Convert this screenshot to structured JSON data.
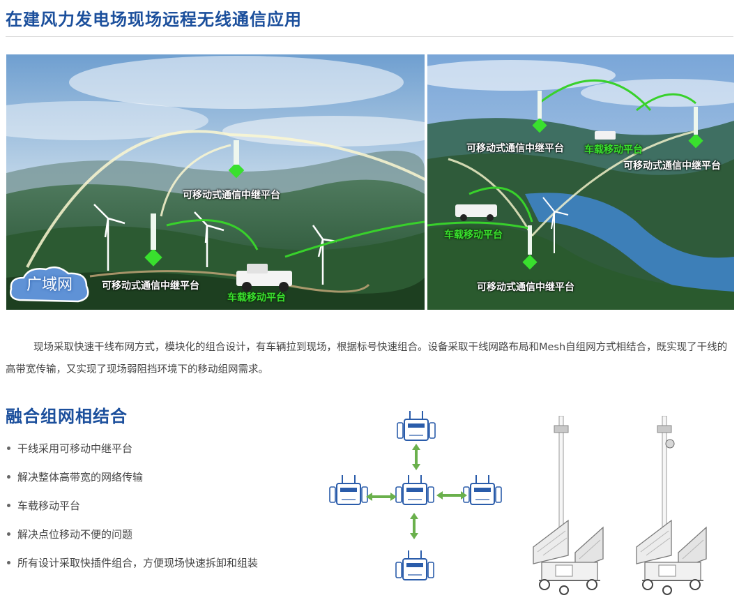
{
  "page": {
    "title": "在建风力发电场现场远程无线通信应用",
    "description": "现场采取快速干线布网方式，模块化的组合设计，有车辆拉到现场，根据标号快速组合。设备采取干线网路布局和Mesh自组网方式相结合，既实现了干线的高带宽传输，又实现了现场弱阻挡环境下的移动组网需求。",
    "section_title": "融合组网相结合"
  },
  "photo_left": {
    "labels": [
      "可移动式通信中继平台",
      "可移动式通信中继平台",
      "车载移动平台"
    ],
    "wan_label": "广域网"
  },
  "photo_right": {
    "labels": [
      "可移动式通信中继平台",
      "车载移动平台",
      "可移动式通信中继平台",
      "车载移动平台",
      "可移动式通信中继平台"
    ]
  },
  "features": [
    "干线采用可移动中继平台",
    "解决整体高带宽的网络传输",
    "车载移动平台",
    "解决点位移动不便的问题",
    "所有设计采取快插件组合，方便现场快速拆卸和组装"
  ],
  "colors": {
    "title_blue": "#1b4f9c",
    "link_green": "#38d12b",
    "arrow_green": "#6ab04c",
    "device_blue": "#2a5caa"
  }
}
